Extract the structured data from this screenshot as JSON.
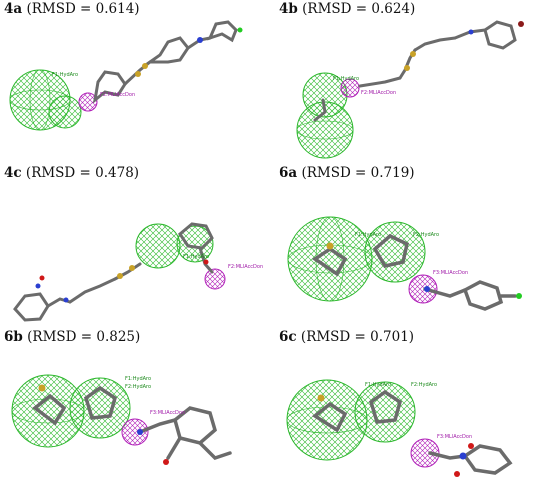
{
  "panels": [
    {
      "id": "4a",
      "rmsd": "(RMSD = 0.614)",
      "features": [
        "F1:HydAro",
        "F2:MLlAccDon"
      ],
      "colors": {
        "hydrophobic": "#22aa22",
        "acceptor_donor": "#b01fb8"
      }
    },
    {
      "id": "4b",
      "rmsd": "(RMSD = 0.624)",
      "features": [
        "F1:HydAro",
        "F2:MLlAccDon"
      ]
    },
    {
      "id": "4c",
      "rmsd": "(RMSD = 0.478)",
      "features": [
        "F1:HydAro",
        "F2:MLlAccDon"
      ]
    },
    {
      "id": "6a",
      "rmsd": "(RMSD = 0.719)",
      "features": [
        "F1:HydAro",
        "F2:HydAro",
        "F3:MLlAccDon"
      ]
    },
    {
      "id": "6b",
      "rmsd": "(RMSD = 0.825)",
      "features": [
        "F1:HydAro",
        "F2:HydAro",
        "F3:MLlAccDon"
      ]
    },
    {
      "id": "6c",
      "rmsd": "(RMSD = 0.701)",
      "features": [
        "F1:HydAro",
        "F2:HydAro",
        "F3:MLlAccDon"
      ]
    }
  ]
}
